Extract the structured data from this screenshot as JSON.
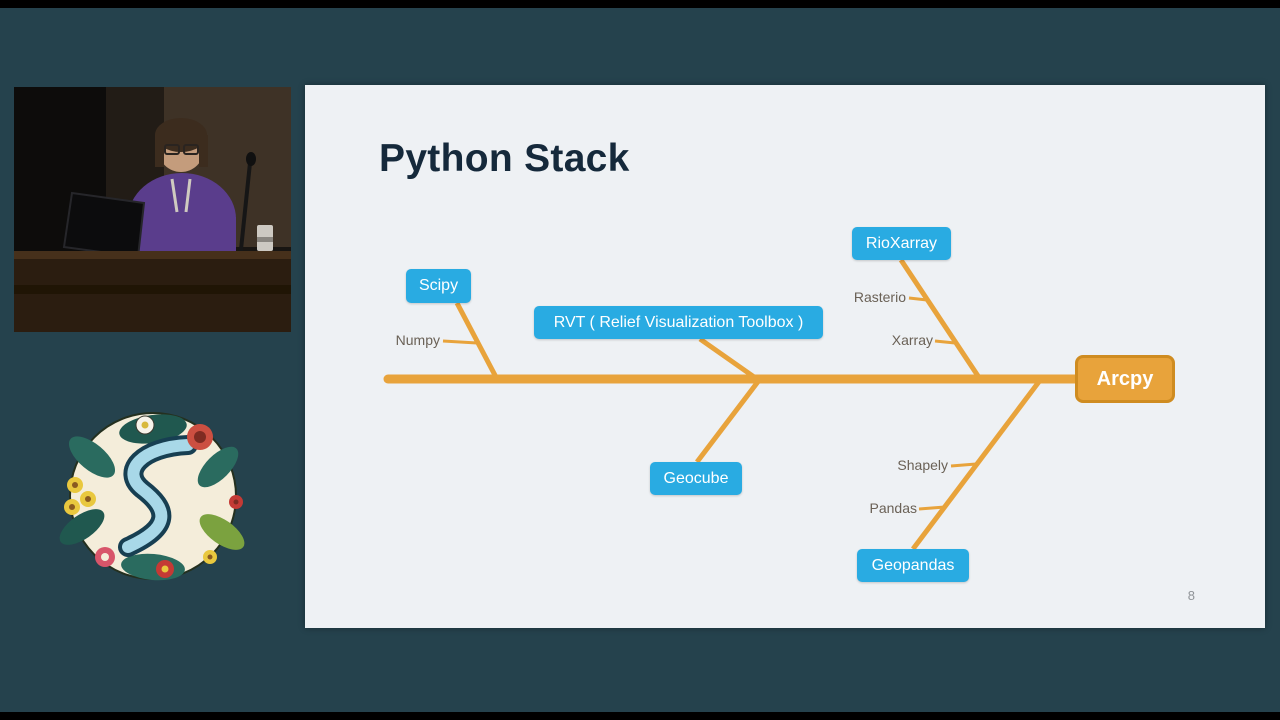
{
  "slide": {
    "title": "Python Stack",
    "page_number": "8"
  },
  "fishbone": {
    "type": "fishbone-diagram",
    "head": "Arcpy",
    "top_branches": [
      {
        "label": "Scipy",
        "sublabels": [
          "Numpy"
        ]
      },
      {
        "label": "RVT ( Relief Visualization Toolbox )",
        "sublabels": []
      },
      {
        "label": "RioXarray",
        "sublabels": [
          "Rasterio",
          "Xarray"
        ]
      }
    ],
    "bottom_branches": [
      {
        "label": "Geocube",
        "sublabels": []
      },
      {
        "label": "Geopandas",
        "sublabels": [
          "Shapely",
          "Pandas"
        ]
      }
    ]
  },
  "colors": {
    "accent_orange": "#e8a33b",
    "accent_orange_border": "#cf8c21",
    "accent_blue": "#29abe2",
    "slide_bg": "#eef1f4",
    "stage_bg": "#25424d",
    "title_color": "#15293b",
    "sublabel_color": "#6a6156"
  }
}
